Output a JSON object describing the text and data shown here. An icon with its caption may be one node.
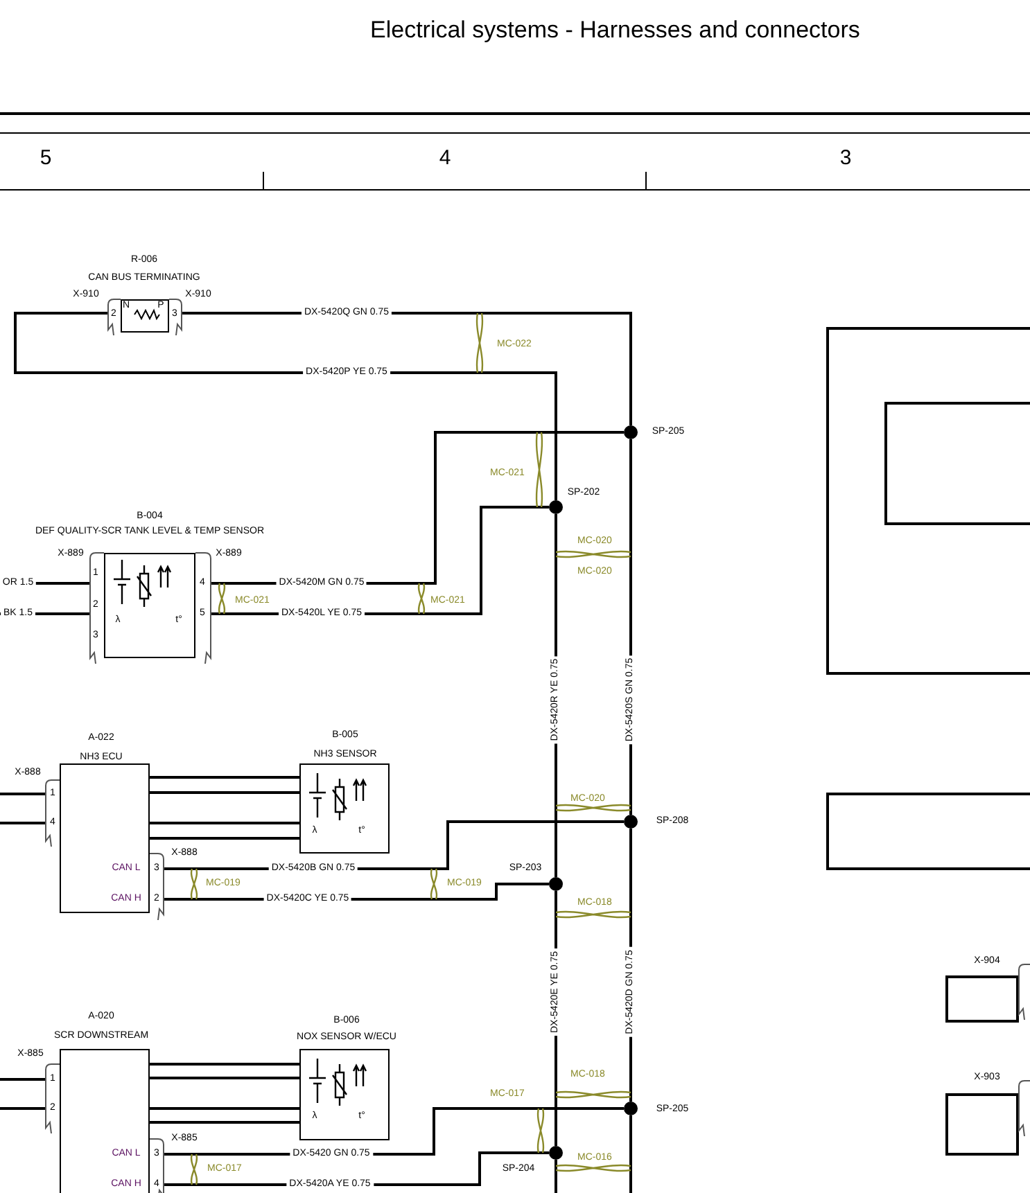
{
  "diagram": {
    "title": "Electrical systems - Harnesses and connectors",
    "nodes": [
      {
        "text": [
          "R-006",
          "CAN BUS TERMINATING",
          "N",
          "P",
          "2",
          "3",
          "X-910",
          "X-910"
        ]
      },
      {
        "text": [
          "B-004",
          "DEF QUALITY-SCR TANK LEVEL & TEMP SENSOR",
          "1",
          "2",
          "3",
          "4",
          "5",
          "λ",
          "t°",
          "X-889",
          "X-889"
        ]
      },
      {
        "text": [
          "A-022",
          "NH3 ECU",
          "1",
          "4",
          "CAN L",
          "CAN H",
          "3",
          "2",
          "X-888",
          "X-888"
        ]
      },
      {
        "text": [
          "B-005",
          "NH3 SENSOR",
          "λ",
          "t°"
        ]
      },
      {
        "text": [
          "A-020",
          "SCR DOWNSTREAM",
          "1",
          "2",
          "CAN L",
          "CAN H",
          "3",
          "4",
          "X-885",
          "X-885"
        ]
      },
      {
        "text": [
          "B-006",
          "NOX SENSOR W/ECU",
          "λ",
          "t°"
        ]
      },
      {
        "text": [],
        "shape": "circle",
        "beside": [
          "SP-205"
        ]
      },
      {
        "text": [],
        "shape": "circle",
        "beside": [
          "SP-202"
        ]
      },
      {
        "text": [],
        "shape": "circle",
        "beside": [
          "SP-208"
        ]
      },
      {
        "text": [],
        "shape": "circle",
        "beside": [
          "SP-203"
        ]
      },
      {
        "text": [],
        "shape": "circle",
        "beside": [
          "SP-205"
        ]
      },
      {
        "text": [],
        "shape": "circle",
        "beside": [
          "SP-204"
        ]
      },
      {
        "text": [],
        "shape": "box"
      },
      {
        "text": [],
        "shape": "box",
        "in": 12
      },
      {
        "text": [],
        "shape": "box"
      },
      {
        "text": [],
        "shape": "box",
        "beside": [
          "X-904"
        ]
      },
      {
        "text": [],
        "shape": "box",
        "beside": [
          "X-903"
        ]
      }
    ],
    "edges": [
      {
        "from": 0,
        "to": 6,
        "arrow": "none",
        "label": "DX-5420Q GN 0.75"
      },
      {
        "from": 0,
        "to": 7,
        "arrow": "none",
        "label": "DX-5420P YE 0.75"
      },
      {
        "from": 1,
        "to": 6,
        "arrow": "none",
        "label": "DX-5420M GN 0.75"
      },
      {
        "from": 1,
        "to": 7,
        "arrow": "none",
        "label": "DX-5420L YE 0.75"
      },
      {
        "from": 7,
        "to": 9,
        "arrow": "none",
        "label": "DX-5420R YE 0.75"
      },
      {
        "from": 6,
        "to": 8,
        "arrow": "none",
        "label": "DX-5420S GN 0.75"
      },
      {
        "from": 2,
        "to": 8,
        "arrow": "none",
        "label": "DX-5420B GN 0.75"
      },
      {
        "from": 2,
        "to": 9,
        "arrow": "none",
        "label": "DX-5420C YE 0.75"
      },
      {
        "from": 9,
        "to": 11,
        "arrow": "none",
        "label": "DX-5420E YE 0.75"
      },
      {
        "from": 8,
        "to": 10,
        "arrow": "none",
        "label": "DX-5420D GN 0.75"
      },
      {
        "from": 4,
        "to": 10,
        "arrow": "none",
        "label": "DX-5420 GN 0.75"
      },
      {
        "from": 4,
        "to": 11,
        "arrow": "none",
        "label": "DX-5420A YE 0.75"
      },
      {
        "from": 11,
        "to": null,
        "arrow": "none"
      },
      {
        "from": 10,
        "to": null,
        "arrow": "none"
      },
      {
        "from": 2,
        "to": 3,
        "arrow": "none"
      },
      {
        "from": 2,
        "to": 3,
        "arrow": "none"
      },
      {
        "from": 2,
        "to": 3,
        "arrow": "none"
      },
      {
        "from": 2,
        "to": 3,
        "arrow": "none"
      },
      {
        "from": 4,
        "to": 5,
        "arrow": "none"
      },
      {
        "from": 4,
        "to": 5,
        "arrow": "none"
      },
      {
        "from": 4,
        "to": 5,
        "arrow": "none"
      },
      {
        "from": 4,
        "to": 5,
        "arrow": "none"
      },
      {
        "from": null,
        "to": 1,
        "arrow": "none",
        "label": "OR 1.5"
      },
      {
        "from": null,
        "to": 1,
        "arrow": "none",
        "label": "BK 1.5"
      },
      {
        "from": null,
        "to": 2,
        "arrow": "none"
      },
      {
        "from": null,
        "to": 2,
        "arrow": "none"
      },
      {
        "from": null,
        "to": 4,
        "arrow": "none"
      },
      {
        "from": null,
        "to": 4,
        "arrow": "none"
      }
    ],
    "labels": [
      "5",
      "4",
      "3",
      "MC-022",
      "MC-021",
      "MC-020",
      "MC-020",
      "MC-021",
      "MC-021",
      "MC-020",
      "MC-019",
      "MC-019",
      "MC-018",
      "MC-018",
      "MC-017",
      "MC-016",
      "MC-017"
    ]
  }
}
